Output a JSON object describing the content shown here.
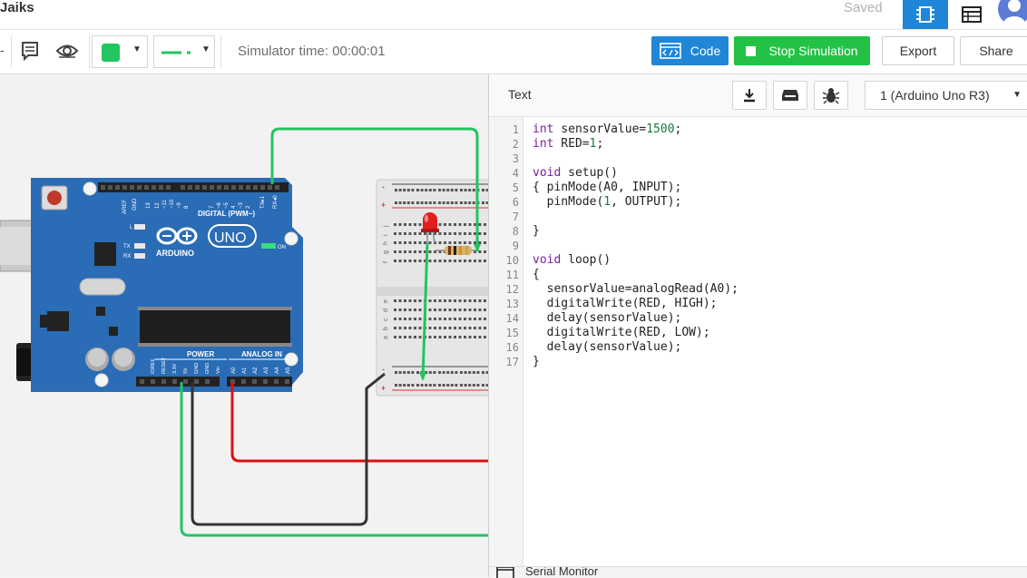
{
  "header": {
    "title": "Jaiks",
    "saved_label": "Saved"
  },
  "toolbar": {
    "sim_time": "Simulator time: 00:00:01",
    "code_label": "Code",
    "stop_label": "Stop Simulation",
    "export_label": "Export",
    "share_label": "Share",
    "color_value": "#22c55e"
  },
  "panel": {
    "title": "Text",
    "device": "1 (Arduino Uno R3)"
  },
  "editor": {
    "lines": [
      {
        "n": "1",
        "parts": [
          {
            "k": "kw",
            "t": "int"
          },
          {
            "k": "",
            "t": " sensorValue="
          },
          {
            "k": "num",
            "t": "1500"
          },
          {
            "k": "",
            "t": ";"
          }
        ]
      },
      {
        "n": "2",
        "parts": [
          {
            "k": "kw",
            "t": "int"
          },
          {
            "k": "",
            "t": " RED="
          },
          {
            "k": "num",
            "t": "1"
          },
          {
            "k": "",
            "t": ";"
          }
        ]
      },
      {
        "n": "3",
        "parts": []
      },
      {
        "n": "4",
        "parts": [
          {
            "k": "kw",
            "t": "void"
          },
          {
            "k": "",
            "t": " setup()"
          }
        ]
      },
      {
        "n": "5",
        "parts": [
          {
            "k": "",
            "t": "{ pinMode(A0, INPUT);"
          }
        ]
      },
      {
        "n": "6",
        "parts": [
          {
            "k": "",
            "t": "  pinMode("
          },
          {
            "k": "num",
            "t": "1"
          },
          {
            "k": "",
            "t": ", OUTPUT);"
          }
        ]
      },
      {
        "n": "7",
        "parts": []
      },
      {
        "n": "8",
        "parts": [
          {
            "k": "",
            "t": "}"
          }
        ]
      },
      {
        "n": "9",
        "parts": []
      },
      {
        "n": "10",
        "parts": [
          {
            "k": "kw",
            "t": "void"
          },
          {
            "k": "",
            "t": " loop()"
          }
        ]
      },
      {
        "n": "11",
        "parts": [
          {
            "k": "",
            "t": "{"
          }
        ]
      },
      {
        "n": "12",
        "parts": [
          {
            "k": "",
            "t": "  sensorValue=analogRead(A0);"
          }
        ]
      },
      {
        "n": "13",
        "parts": [
          {
            "k": "",
            "t": "  digitalWrite(RED, HIGH);"
          }
        ]
      },
      {
        "n": "14",
        "parts": [
          {
            "k": "",
            "t": "  delay(sensorValue);"
          }
        ]
      },
      {
        "n": "15",
        "parts": [
          {
            "k": "",
            "t": "  digitalWrite(RED, LOW);"
          }
        ]
      },
      {
        "n": "16",
        "parts": [
          {
            "k": "",
            "t": "  delay(sensorValue);"
          }
        ]
      },
      {
        "n": "17",
        "parts": [
          {
            "k": "",
            "t": "}"
          }
        ]
      }
    ]
  },
  "serial": {
    "label": "Serial Monitor"
  },
  "board": {
    "brand": "ARDUINO",
    "model": "UNO",
    "digital_label": "DIGITAL (PWM~)",
    "power_label": "POWER",
    "analog_label": "ANALOG IN",
    "on_label": "ON",
    "aref": "AREF",
    "gnd": "GND",
    "l_label": "L",
    "tx": "TX",
    "rx": "RX",
    "dpins": [
      "13",
      "12",
      "~11",
      "~10",
      "~9",
      "8",
      "7",
      "~6",
      "~5",
      "4",
      "~3",
      "2",
      "TX▸1",
      "RX◂0"
    ],
    "ppins": [
      "IOREF",
      "RESET",
      "3.3V",
      "5V",
      "GND",
      "GND",
      "Vin"
    ],
    "apins": [
      "A0",
      "A1",
      "A2",
      "A3",
      "A4",
      "A5"
    ]
  },
  "breadboard": {
    "rows_top": [
      "j",
      "i",
      "h",
      "g",
      "f"
    ],
    "rows_bottom": [
      "e",
      "d",
      "c",
      "b",
      "a"
    ],
    "minus": "-",
    "plus": "+"
  },
  "colors": {
    "wire_green": "#22c55e",
    "wire_red": "#dd1111",
    "wire_black": "#333333",
    "board_blue": "#2a6cb5",
    "code_blue": "#1f86d8",
    "stop_green": "#23c145"
  }
}
